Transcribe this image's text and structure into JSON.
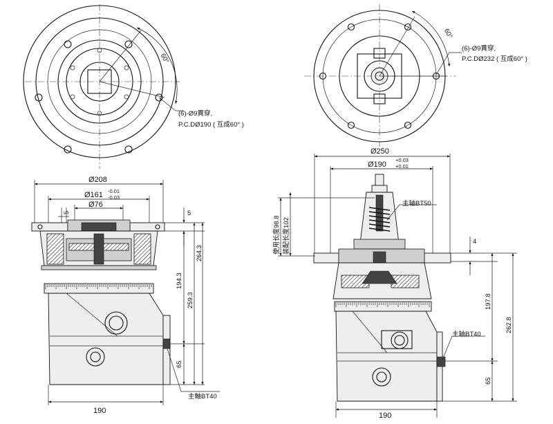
{
  "left_top_view": {
    "hole_note_line1": "(6)-Ø9貫穿,",
    "hole_note_line2": "P.C.DØ190 ( 互成60° )",
    "angle_label": "60°"
  },
  "right_top_view": {
    "hole_note_line1": "(6)-Ø9貫穿,",
    "hole_note_line2": "P.C.DØ232 ( 互成60° )",
    "angle_label": "60°"
  },
  "left_side_view": {
    "dia_outer": "Ø208",
    "dia_pilot": "Ø161",
    "dia_pilot_tol_upper": "-0.01",
    "dia_pilot_tol_lower": "-0.03",
    "dia_inner": "Ø76",
    "dim_5_left": "5",
    "dim_5_right": "5",
    "dim_194_3": "194.3",
    "dim_259_3": "259.3",
    "dim_264_3": "264.3",
    "dim_65": "65",
    "dim_190": "190",
    "spindle_label": "主軸BT40"
  },
  "right_side_view": {
    "dia_outer": "Ø250",
    "dia_pilot": "Ø190",
    "dia_pilot_tol_upper": "+0.03",
    "dia_pilot_tol_lower": "+0.01",
    "usage_length": "使用长度98.8",
    "assembly_length": "装配长度102",
    "spindle_bt50": "主轴BT50",
    "spindle_bt40": "主轴BT40",
    "dim_4": "4",
    "dim_197_8": "197.8",
    "dim_262_8": "262.8",
    "dim_65": "65",
    "dim_190": "190"
  }
}
